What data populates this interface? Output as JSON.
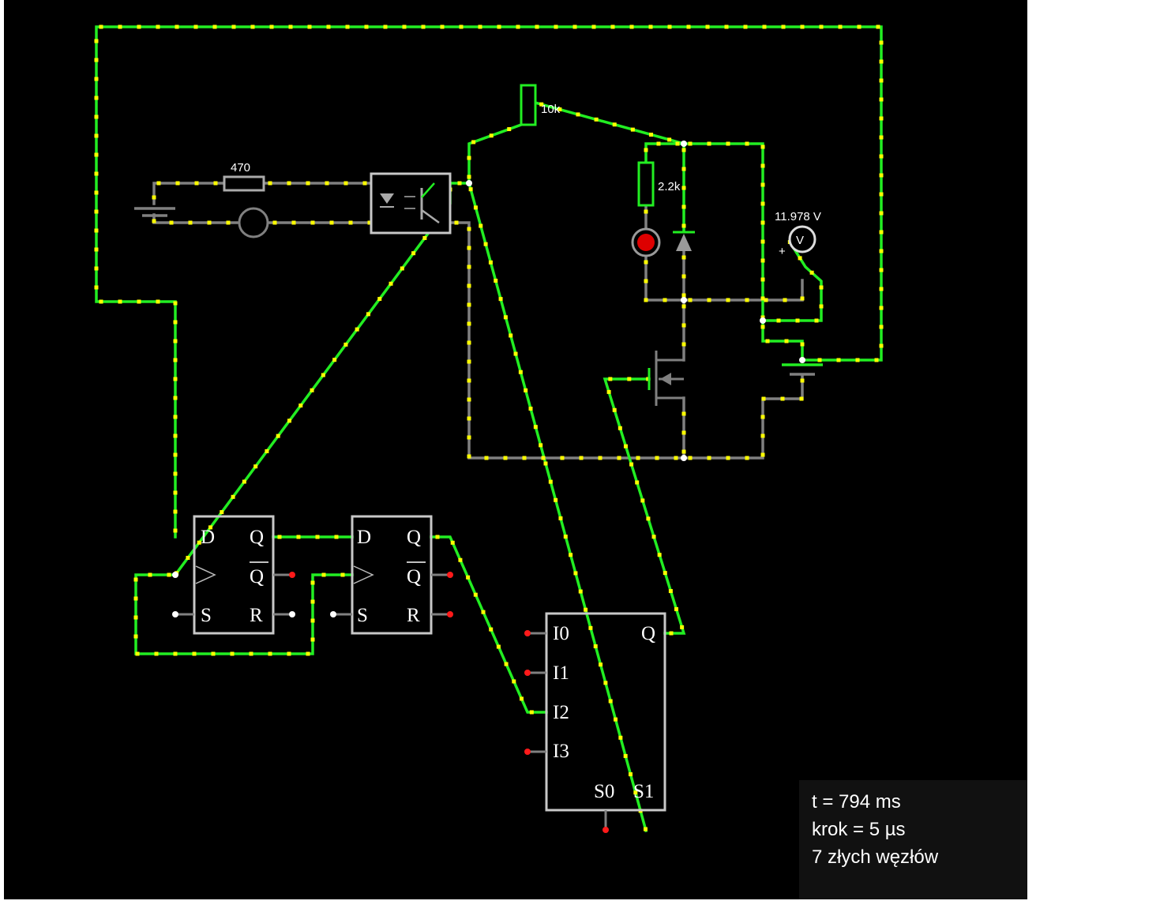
{
  "circuit": {
    "resistors": [
      {
        "id": "r-470",
        "value": "470"
      },
      {
        "id": "r-10k",
        "value": "10k"
      },
      {
        "id": "r-2k2",
        "value": "2.2k"
      }
    ],
    "voltmeter": {
      "reading": "11.978 V",
      "symbol": "V",
      "polarity": "+"
    },
    "flipflops": [
      {
        "id": "ff1",
        "pins": {
          "d": "D",
          "q": "Q",
          "qbar": "Q",
          "s": "S",
          "r": "R"
        }
      },
      {
        "id": "ff2",
        "pins": {
          "d": "D",
          "q": "Q",
          "qbar": "Q",
          "s": "S",
          "r": "R"
        }
      }
    ],
    "mux": {
      "inputs": [
        "I0",
        "I1",
        "I2",
        "I3"
      ],
      "output": "Q",
      "selects": [
        "S0",
        "S1"
      ]
    },
    "colors": {
      "high_wire": "#22ee22",
      "low_wire": "#808080",
      "current_dots": "#ffff00",
      "led": "#dd0000",
      "background": "#000000"
    }
  },
  "status": {
    "time": "t = 794 ms",
    "step": "krok = 5 µs",
    "bad_nodes": "7 złych węzłów"
  }
}
